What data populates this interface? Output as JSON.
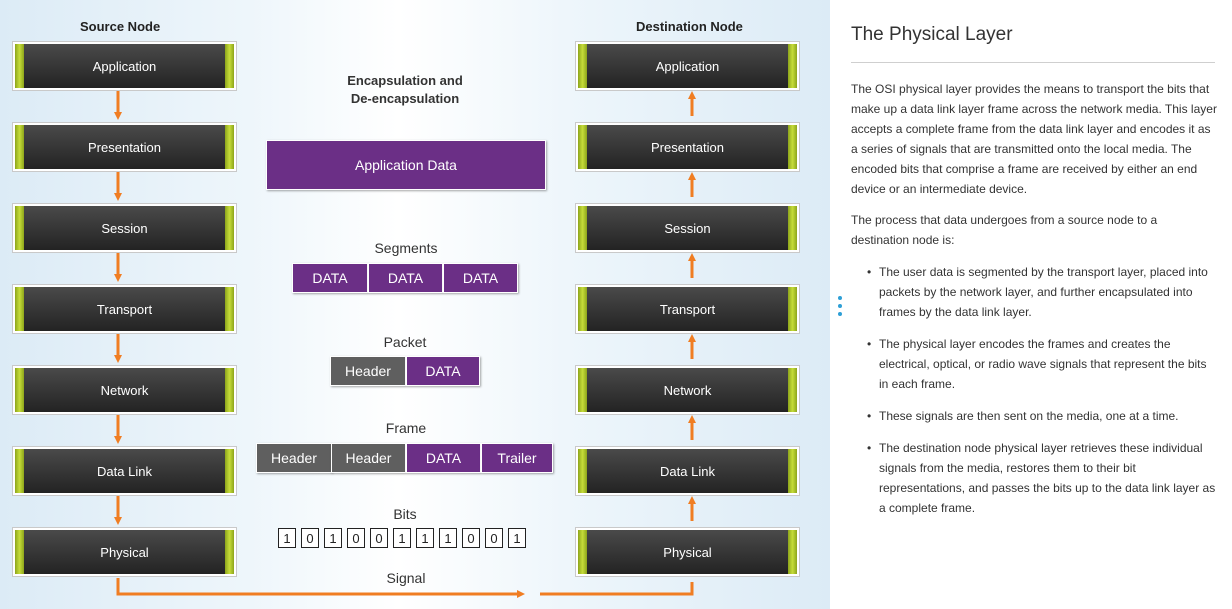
{
  "diagram": {
    "source_title": "Source Node",
    "destination_title": "Destination Node",
    "source_layers": [
      "Application",
      "Presentation",
      "Session",
      "Transport",
      "Network",
      "Data Link",
      "Physical"
    ],
    "destination_layers": [
      "Application",
      "Presentation",
      "Session",
      "Transport",
      "Network",
      "Data Link",
      "Physical"
    ],
    "center_title_line1": "Encapsulation and",
    "center_title_line2": "De-encapsulation",
    "application_data": "Application Data",
    "segments_label": "Segments",
    "segments": [
      "DATA",
      "DATA",
      "DATA"
    ],
    "packet_label": "Packet",
    "packet": [
      "Header",
      "DATA"
    ],
    "frame_label": "Frame",
    "frame": [
      "Header",
      "Header",
      "DATA",
      "Trailer"
    ],
    "bits_label": "Bits",
    "bits": [
      "1",
      "0",
      "1",
      "0",
      "0",
      "1",
      "1",
      "1",
      "0",
      "0",
      "1"
    ],
    "signal_label": "Signal",
    "colors": {
      "arrow": "#f07d22",
      "purple": "#6b2f86",
      "gray": "#5f5f5f",
      "layer_accent": "#c6dc3a"
    }
  },
  "panel": {
    "title": "The Physical Layer",
    "paragraph1": "The OSI physical layer provides the means to transport the bits that make up a data link layer frame across the network media. This layer accepts a complete frame from the data link layer and encodes it as a series of signals that are transmitted onto the local media. The encoded bits that comprise a frame are received by either an end device or an intermediate device.",
    "paragraph2": "The process that data undergoes from a source node to a destination node is:",
    "bullets": [
      "The user data is segmented by the transport layer, placed into packets by the network layer, and further encapsulated into frames by the data link layer.",
      "The physical layer encodes the frames and creates the electrical, optical, or radio wave signals that represent the bits in each frame.",
      "These signals are then sent on the media, one at a time.",
      "The destination node physical layer retrieves these individual signals from the media, restores them to their bit representations, and passes the bits up to the data link layer as a complete frame."
    ]
  }
}
